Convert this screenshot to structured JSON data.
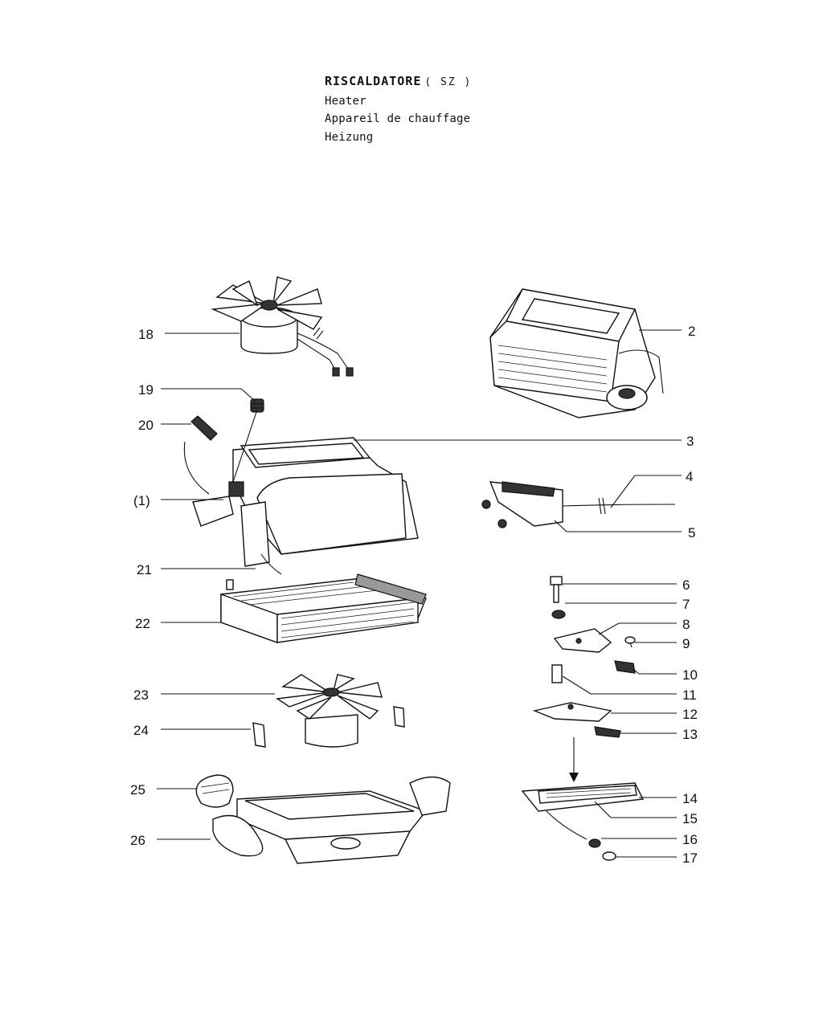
{
  "header": {
    "title_it": "RISCALDATORE",
    "title_code": "( SZ )",
    "title_en": "Heater",
    "title_fr": "Appareil de chauffage",
    "title_de": "Heizung"
  },
  "callouts": {
    "c18": "18",
    "c19": "19",
    "c20": "20",
    "c1": "(1)",
    "c21": "21",
    "c22": "22",
    "c23": "23",
    "c24": "24",
    "c25": "25",
    "c26": "26",
    "c2": "2",
    "c3": "3",
    "c4": "4",
    "c5": "5",
    "c6": "6",
    "c7": "7",
    "c8": "8",
    "c9": "9",
    "c10": "10",
    "c11": "11",
    "c12": "12",
    "c13": "13",
    "c14": "14",
    "c15": "15",
    "c16": "16",
    "c17": "17"
  }
}
